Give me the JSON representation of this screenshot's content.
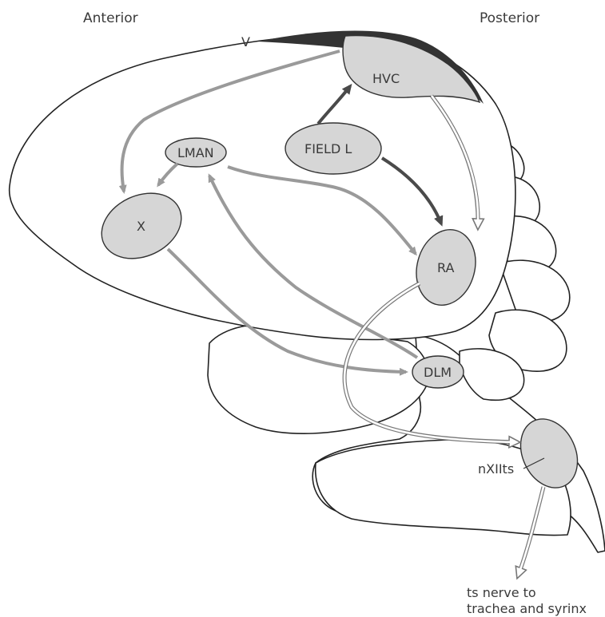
{
  "orientation": {
    "anterior": "Anterior",
    "posterior": "Posterior"
  },
  "nuclei": {
    "hvc": "HVC",
    "field_l": "FIELD L",
    "lman": "LMAN",
    "x": "X",
    "ra": "RA",
    "dlm": "DLM",
    "nxiits": "nXIIts",
    "v": "V"
  },
  "output": {
    "line1": "ts nerve to",
    "line2": "trachea and syrinx"
  },
  "colors": {
    "nucleus_fill": "#d6d6d6",
    "anterior_pathway": "#9a9a9a",
    "motor_pathway_dark": "#4a4a4a",
    "ventricle": "#333333"
  }
}
